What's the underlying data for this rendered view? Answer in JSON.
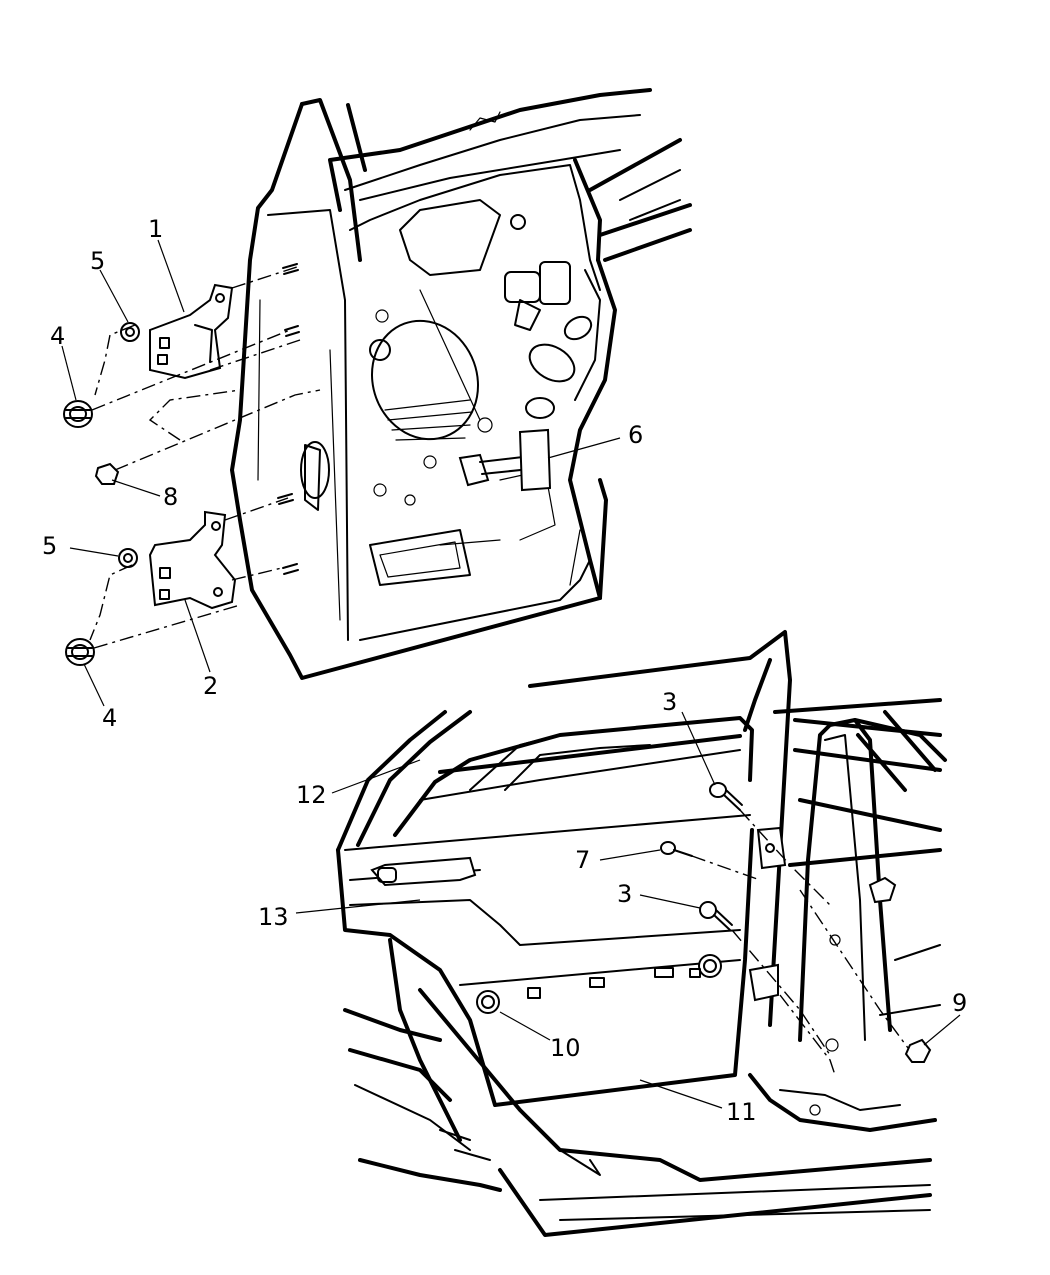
{
  "callouts": [
    {
      "id": "1",
      "label": "1"
    },
    {
      "id": "2",
      "label": "2"
    },
    {
      "id": "3a",
      "label": "3"
    },
    {
      "id": "3b",
      "label": "3"
    },
    {
      "id": "4a",
      "label": "4"
    },
    {
      "id": "4b",
      "label": "4"
    },
    {
      "id": "5a",
      "label": "5"
    },
    {
      "id": "5b",
      "label": "5"
    },
    {
      "id": "6",
      "label": "6"
    },
    {
      "id": "7",
      "label": "7"
    },
    {
      "id": "8",
      "label": "8"
    },
    {
      "id": "9",
      "label": "9"
    },
    {
      "id": "10",
      "label": "10"
    },
    {
      "id": "11",
      "label": "11"
    },
    {
      "id": "12",
      "label": "12"
    },
    {
      "id": "13",
      "label": "13"
    }
  ]
}
